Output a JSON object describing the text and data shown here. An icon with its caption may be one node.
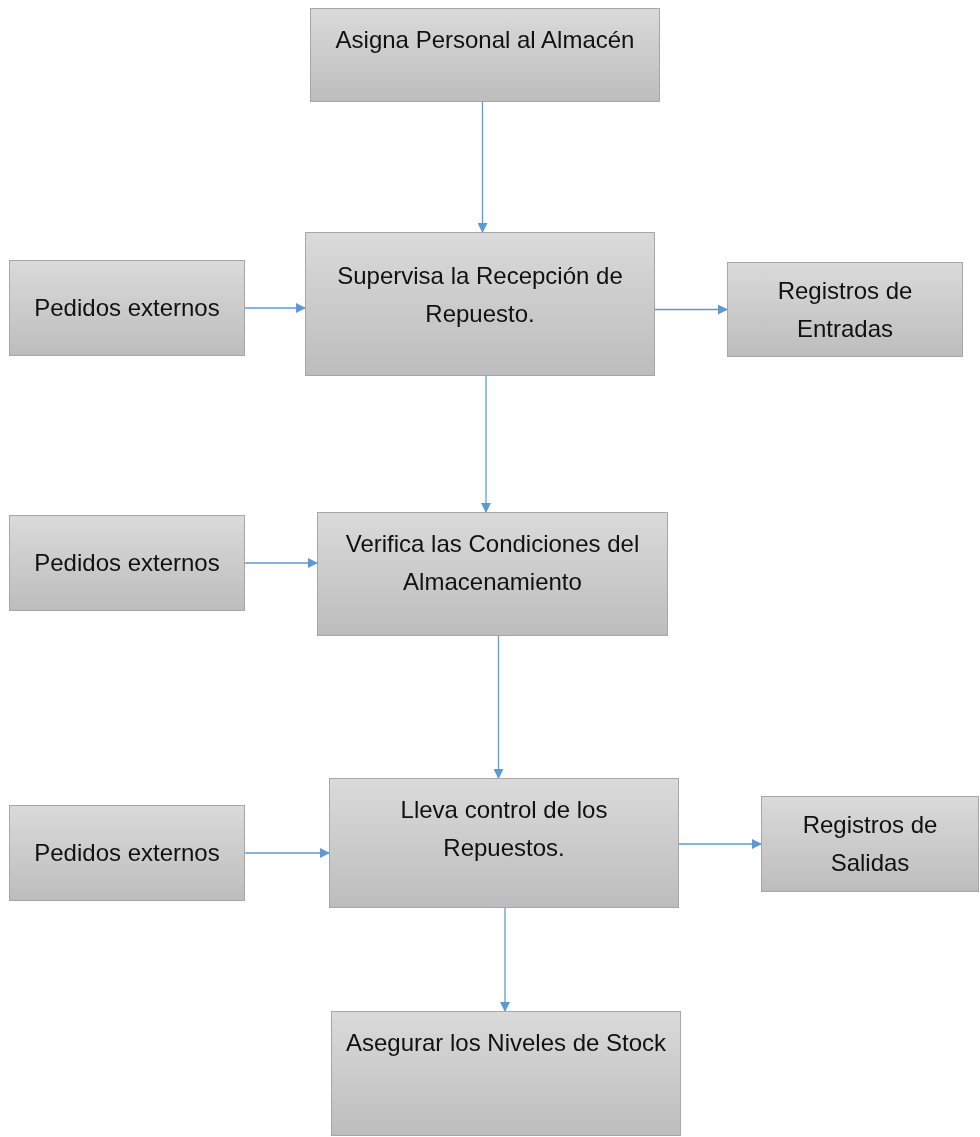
{
  "diagram": {
    "nodes": [
      {
        "text": [
          "Asigna Personal al Almacén"
        ]
      },
      {
        "text": [
          "Pedidos externos"
        ]
      },
      {
        "text": [
          "Supervisa la Recepción de Repuesto."
        ]
      },
      {
        "text": [
          "Registros de Entradas"
        ]
      },
      {
        "text": [
          "Pedidos externos"
        ]
      },
      {
        "text": [
          "Verifica las Condiciones del Almacenamiento"
        ]
      },
      {
        "text": [
          "Pedidos externos"
        ]
      },
      {
        "text": [
          "Lleva control de los Repuestos."
        ]
      },
      {
        "text": [
          "Registros de Salidas"
        ]
      },
      {
        "text": [
          "Asegurar los Niveles de Stock"
        ]
      }
    ],
    "edges": [
      {
        "from": 0,
        "to": 2,
        "arrow": "to"
      },
      {
        "from": 1,
        "to": 2,
        "arrow": "to"
      },
      {
        "from": 2,
        "to": 3,
        "arrow": "to"
      },
      {
        "from": 2,
        "to": 5,
        "arrow": "to"
      },
      {
        "from": 4,
        "to": 5,
        "arrow": "to"
      },
      {
        "from": 5,
        "to": 7,
        "arrow": "to"
      },
      {
        "from": 6,
        "to": 7,
        "arrow": "to"
      },
      {
        "from": 7,
        "to": 8,
        "arrow": "to"
      },
      {
        "from": 7,
        "to": 9,
        "arrow": "to"
      }
    ]
  }
}
